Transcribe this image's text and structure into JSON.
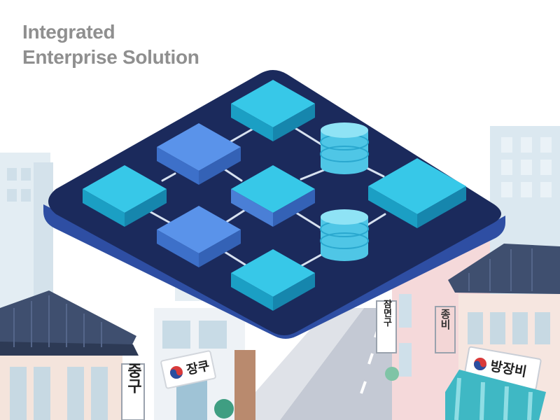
{
  "headline": {
    "line1": "Integrated",
    "line2": "Enterprise Solution"
  },
  "signs": {
    "left_vertical": "중구",
    "center_banner": "장쿠",
    "tall_vertical": "잠면구",
    "right_vertical": "종비",
    "right_banner": "방장비"
  },
  "colors": {
    "platform": "#1b2a5c",
    "platform_edge": "#2e4ea3",
    "cyan_block": "#22b8dc",
    "blue_block": "#4a86e8",
    "database": "#6dd8f0",
    "sky_building": "#dbe8f0",
    "roof": "#3f4f6f",
    "awning": "#3fb8c4"
  },
  "icons": [
    "taeguk-icon",
    "database-icon",
    "server-block-icon"
  ]
}
